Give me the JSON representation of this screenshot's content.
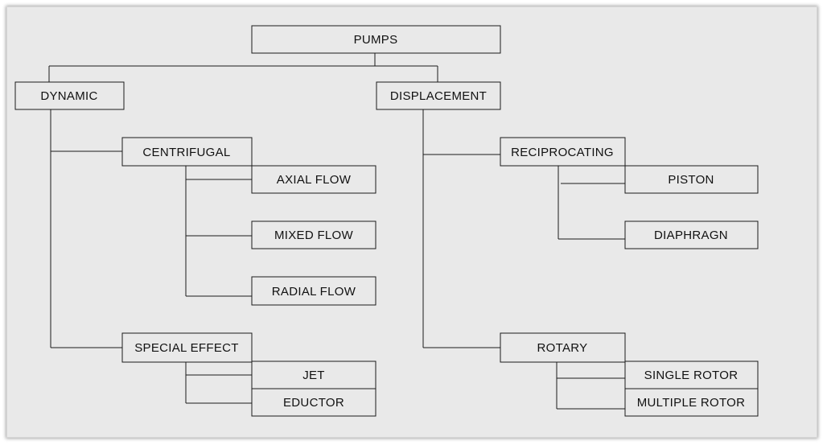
{
  "diagram": {
    "nodes": {
      "pumps": "PUMPS",
      "dynamic": "DYNAMIC",
      "displacement": "DISPLACEMENT",
      "centrifugal": "CENTRIFUGAL",
      "axial_flow": "AXIAL FLOW",
      "mixed_flow": "MIXED FLOW",
      "radial_flow": "RADIAL FLOW",
      "special_effect": "SPECIAL EFFECT",
      "jet": "JET",
      "eductor": "EDUCTOR",
      "reciprocating": "RECIPROCATING",
      "piston": "PISTON",
      "diaphragn": "DIAPHRAGN",
      "rotary": "ROTARY",
      "single_rotor": "SINGLE ROTOR",
      "multiple_rotor": "MULTIPLE ROTOR"
    },
    "colors": {
      "background": "#e9e9e9",
      "stroke": "#1a1a1a",
      "text": "#111111"
    }
  }
}
